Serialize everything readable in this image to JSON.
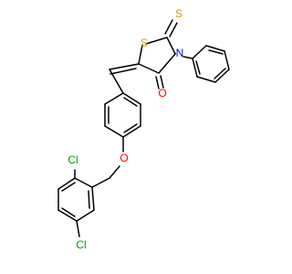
{
  "molecule": {
    "atoms": {
      "S1": "S",
      "S2": "S",
      "N": "N",
      "O_carbonyl": "O",
      "O_ether": "O",
      "Cl1": "Cl",
      "Cl2": "Cl"
    },
    "colors": {
      "S": "#c9a100",
      "N": "#0000ff",
      "O": "#ff0000",
      "Cl": "#00a000",
      "bond": "#000000"
    }
  }
}
